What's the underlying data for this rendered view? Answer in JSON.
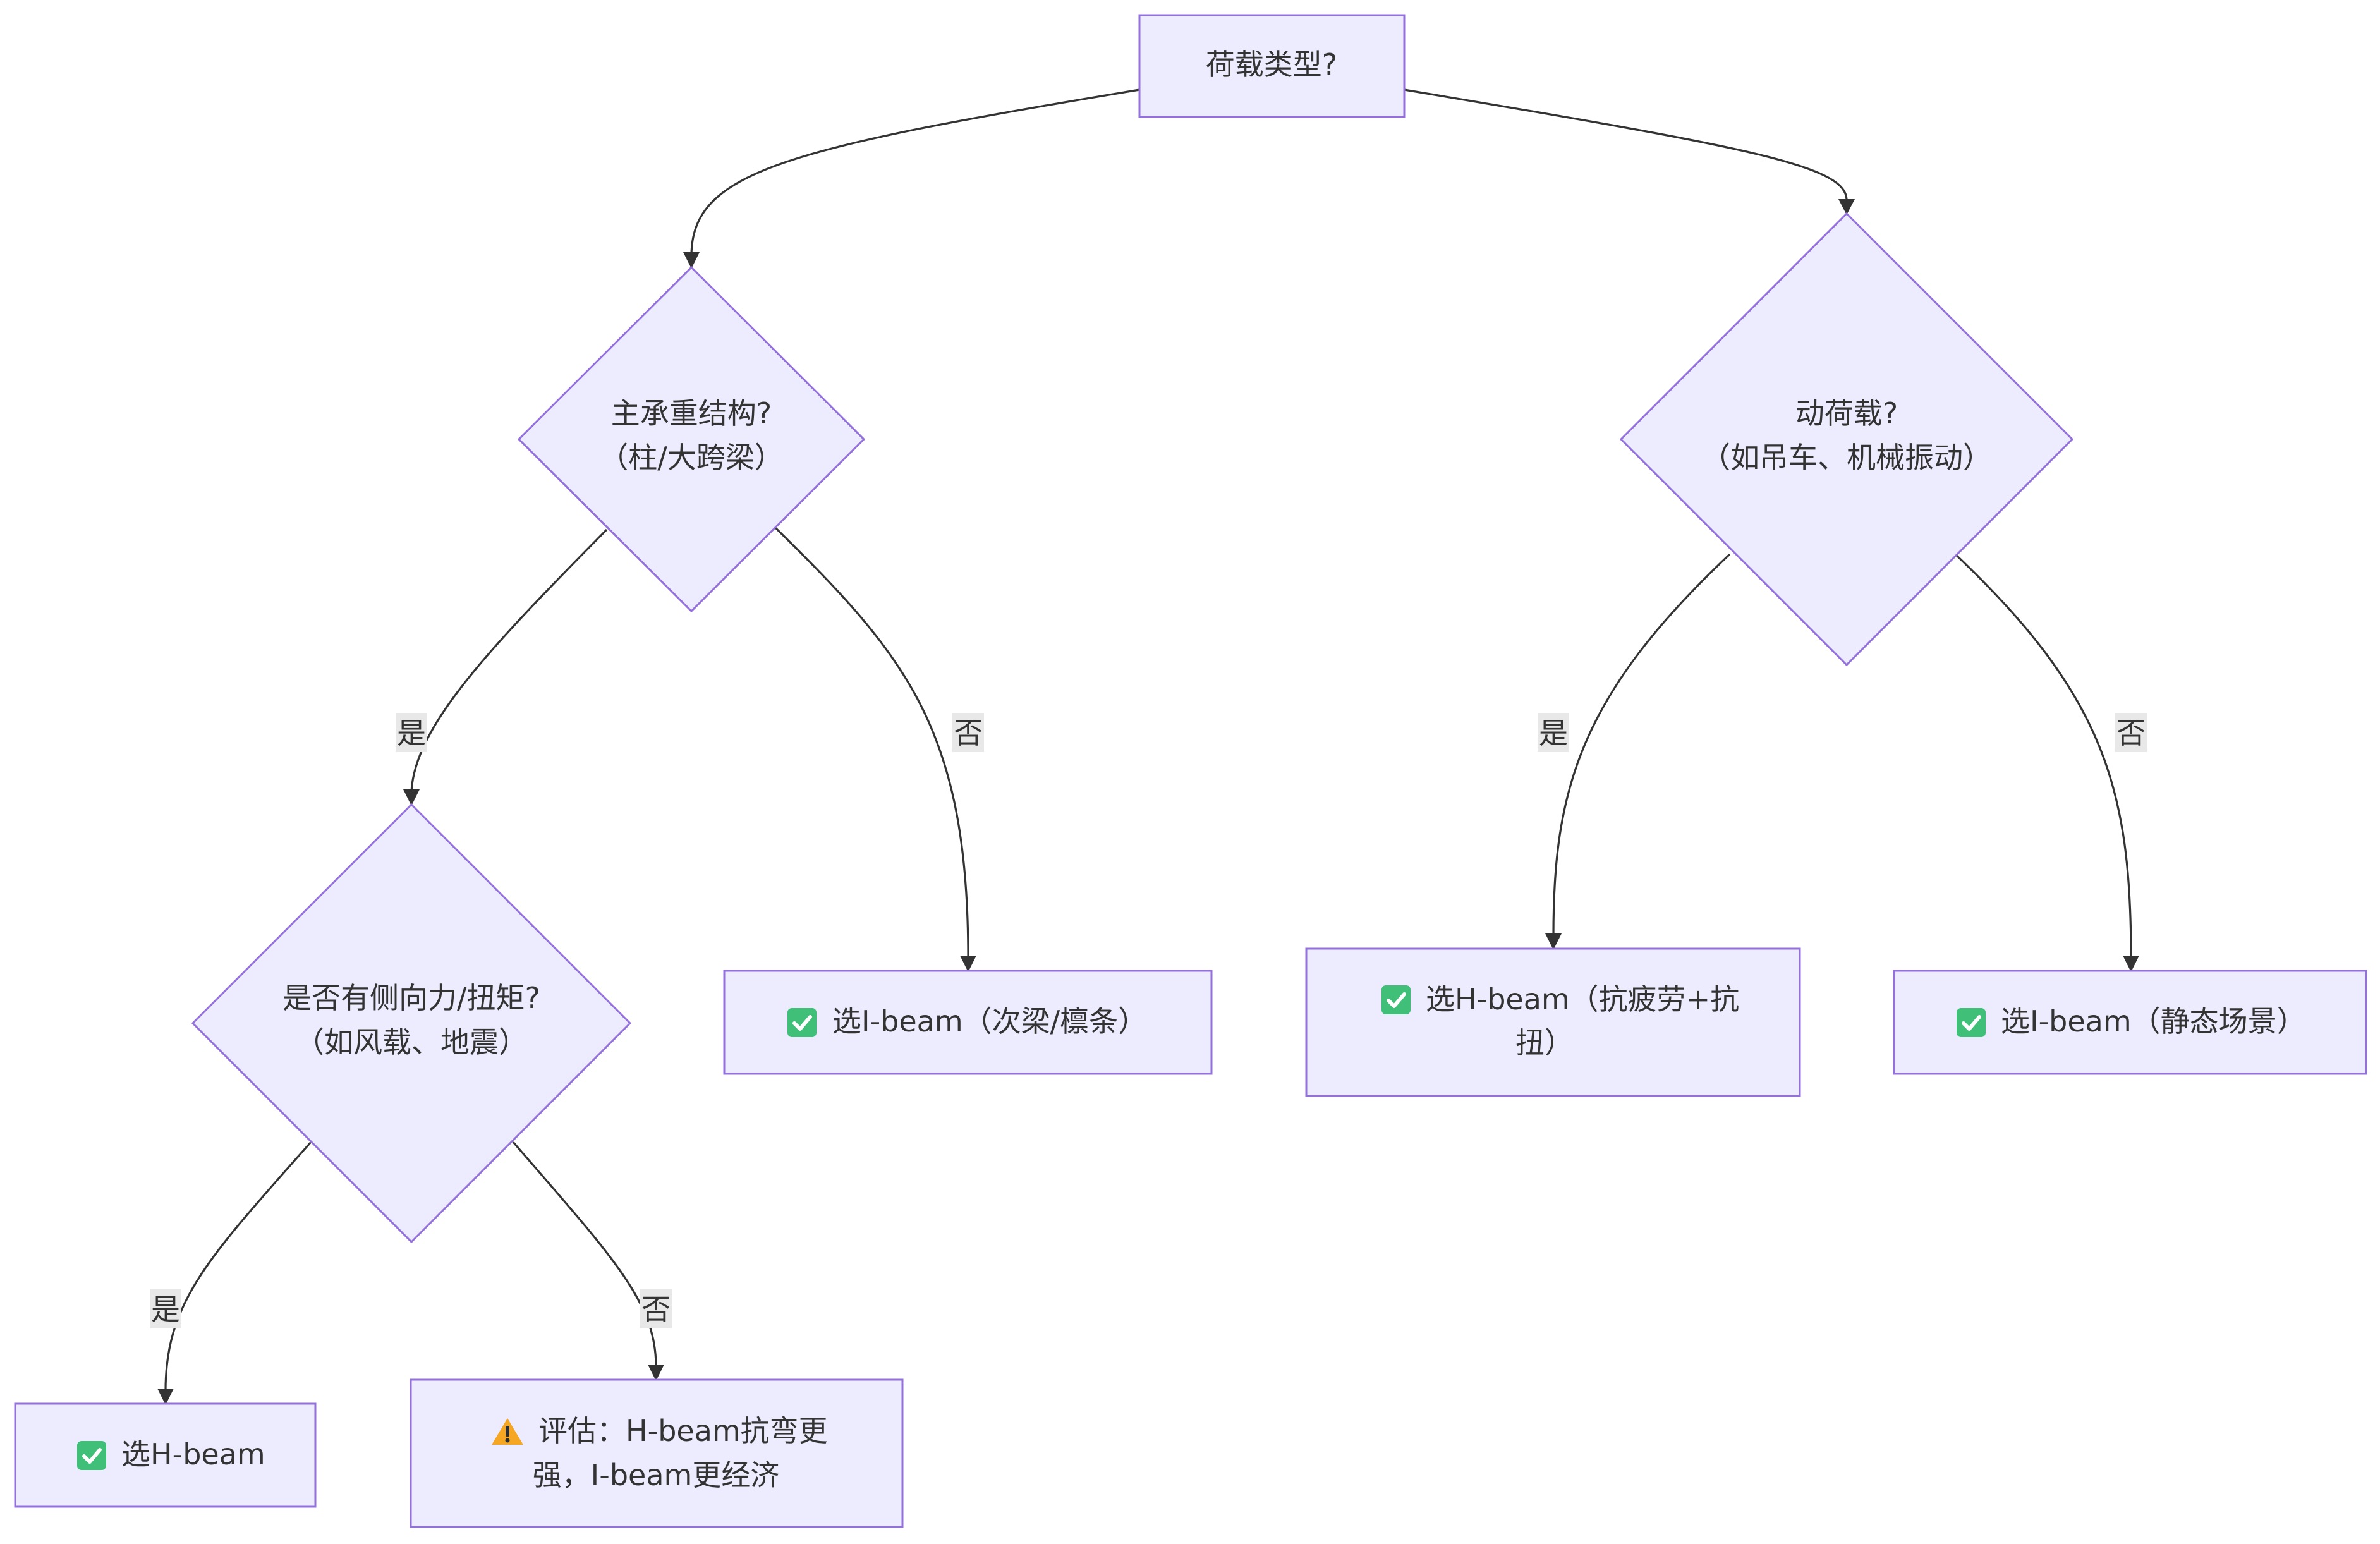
{
  "diagram": {
    "type": "flowchart",
    "nodes": {
      "load_type": {
        "label": "荷载类型?"
      },
      "main_structure": {
        "line1": "主承重结构?",
        "line2": "（柱/大跨梁）"
      },
      "dynamic_load": {
        "line1": "动荷载?",
        "line2": "（如吊车、机械振动）"
      },
      "lateral_force": {
        "line1": "是否有侧向力/扭矩?",
        "line2": "（如风载、地震）"
      },
      "i_beam_secondary": {
        "icon": "check-icon",
        "label": "选I-beam（次梁/檩条）"
      },
      "h_beam_fatigue": {
        "icon": "check-icon",
        "line1": "选H-beam（抗疲劳+抗",
        "line2": "扭）"
      },
      "i_beam_static": {
        "icon": "check-icon",
        "label": "选I-beam（静态场景）"
      },
      "h_beam": {
        "icon": "check-icon",
        "label": "选H-beam"
      },
      "evaluate": {
        "icon": "warning-icon",
        "line1": "评估：H-beam抗弯更",
        "line2": "强，I-beam更经济"
      }
    },
    "edges": {
      "main_yes": {
        "from": "main_structure",
        "to": "lateral_force",
        "label": "是"
      },
      "main_no": {
        "from": "main_structure",
        "to": "i_beam_secondary",
        "label": "否"
      },
      "dynamic_yes": {
        "from": "dynamic_load",
        "to": "h_beam_fatigue",
        "label": "是"
      },
      "dynamic_no": {
        "from": "dynamic_load",
        "to": "i_beam_static",
        "label": "否"
      },
      "lateral_yes": {
        "from": "lateral_force",
        "to": "h_beam",
        "label": "是"
      },
      "lateral_no": {
        "from": "lateral_force",
        "to": "evaluate",
        "label": "否"
      },
      "load_to_main": {
        "from": "load_type",
        "to": "main_structure",
        "label": ""
      },
      "load_to_dynamic": {
        "from": "load_type",
        "to": "dynamic_load",
        "label": ""
      }
    },
    "colors": {
      "node_fill": "#ececfe",
      "node_stroke": "#9370db",
      "edge": "#333333",
      "edge_label_bg": "#e8e8e8",
      "check": "#3fbf78",
      "warning": "#f5a623"
    }
  }
}
